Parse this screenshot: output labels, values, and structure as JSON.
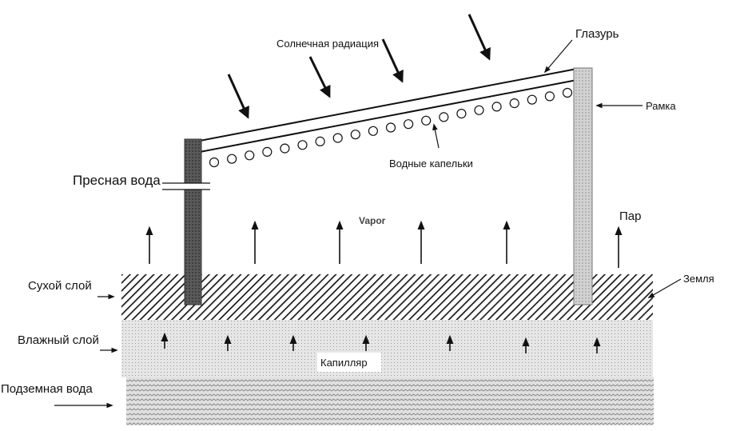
{
  "labels": {
    "solar_radiation": "Солнечная радиация",
    "glazing": "Глазурь",
    "frame": "Рамка",
    "fresh_water": "Пресная вода",
    "water_droplets": "Водные капельки",
    "vapor_en": "Vapor",
    "vapor_ru": "Пар",
    "ground": "Земля",
    "dry_layer": "Сухой слой",
    "wet_layer": "Влажный слой",
    "capillary": "Капилляр",
    "groundwater": "Подземная вода"
  },
  "colors": {
    "ink": "#111111",
    "dark_post": "#555555",
    "light_post": "#c8c8c8",
    "wet_layer_fill": "#e2e2e2",
    "groundwater_fill": "#d6d6d6"
  }
}
